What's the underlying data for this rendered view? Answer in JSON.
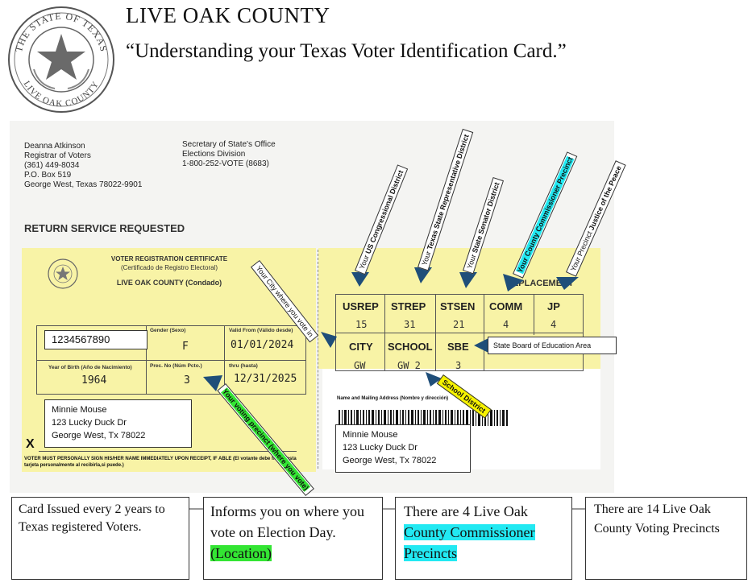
{
  "header": {
    "county": "LIVE OAK COUNTY",
    "subtitle": "“Understanding your Texas Voter Identification Card.”",
    "seal_text_top": "THE STATE OF TEXAS",
    "seal_text_bottom": "LIVE OAK COUNTY"
  },
  "registrar": {
    "lines": [
      "Deanna Atkinson",
      "Registrar of Voters",
      "(361) 449-8034",
      "P.O. Box 519",
      "George West, Texas 78022-9901"
    ]
  },
  "sos": {
    "lines": [
      "Secretary of State's Office",
      "Elections Division",
      "1-800-252-VOTE (8683)"
    ]
  },
  "return_service": "RETURN SERVICE REQUESTED",
  "certificate": {
    "title": "VOTER REGISTRATION CERTIFICATE",
    "title_es": "(Certificado de Registro Electoral)",
    "county_line": "LIVE OAK COUNTY (Condado)",
    "replacement": "REPLACEMENT",
    "vuid": "1234567890",
    "gender_label": "Gender (Sexo)",
    "gender": "F",
    "valid_from_label": "Valid From (Válido desde)",
    "valid_from": "01/01/2024",
    "thru_label": "thru (hasta)",
    "thru": "12/31/2025",
    "yob_label": "Year of Birth (Año de Nacimiento)",
    "yob": "1964",
    "precinct_label": "Prec. No (Núm Pcto.)",
    "precinct": "3",
    "x_mark": "X",
    "signature_note": "VOTER MUST PERSONALLY SIGN HIS/HER NAME IMMEDIATELY UPON RECEIPT, IF ABLE (El votante debe firmar esta tarjeta personalmente al recibirla,si puede.)",
    "mailing_label": "Name and Mailing Address (Nombre y dirección)"
  },
  "districts": {
    "row1": [
      {
        "label": "USREP",
        "value": "15"
      },
      {
        "label": "STREP",
        "value": "31"
      },
      {
        "label": "STSEN",
        "value": "21"
      },
      {
        "label": "COMM",
        "value": "4"
      },
      {
        "label": "JP",
        "value": "4"
      }
    ],
    "row2": [
      {
        "label": "CITY",
        "value": "GW"
      },
      {
        "label": "SCHOOL",
        "value": "GW 2"
      },
      {
        "label": "SBE",
        "value": "3"
      }
    ]
  },
  "address": {
    "lines": [
      "Minnie Mouse",
      "123 Lucky Duck Dr",
      "George West, Tx 78022"
    ]
  },
  "callouts": {
    "us_pre": "Your ",
    "us_bold": "US Congressional District",
    "strep_pre": "Your ",
    "strep_bold": "Texas State Representative District",
    "stsen_pre": "Your ",
    "stsen_bold": "State Senator District",
    "comm": "Your County Commissioner Precinct",
    "jp_pre": "Your Precinct ",
    "jp_bold": "Justice of the Peace",
    "city": "Your City where you vote in",
    "school": "School District",
    "precinct": "Your voting precinct (where you vote)",
    "sbe": "State Board of Education Area"
  },
  "info": {
    "box1": "Card Issued every 2 years to Texas registered Voters.",
    "box2_text": "Informs you on where you vote on Election Day. ",
    "box2_highlight": "(Location)",
    "box3_text": "There are 4 Live Oak ",
    "box3_highlight": "County Commissioner Precincts",
    "box4": "There are 14 Live Oak County Voting Precincts"
  },
  "colors": {
    "card_yellow": "#f8f3a6",
    "arrow_blue": "#1f4e79",
    "highlight_green": "#33e533",
    "highlight_cyan": "#22e9f2",
    "highlight_yellow": "#f6f200"
  }
}
